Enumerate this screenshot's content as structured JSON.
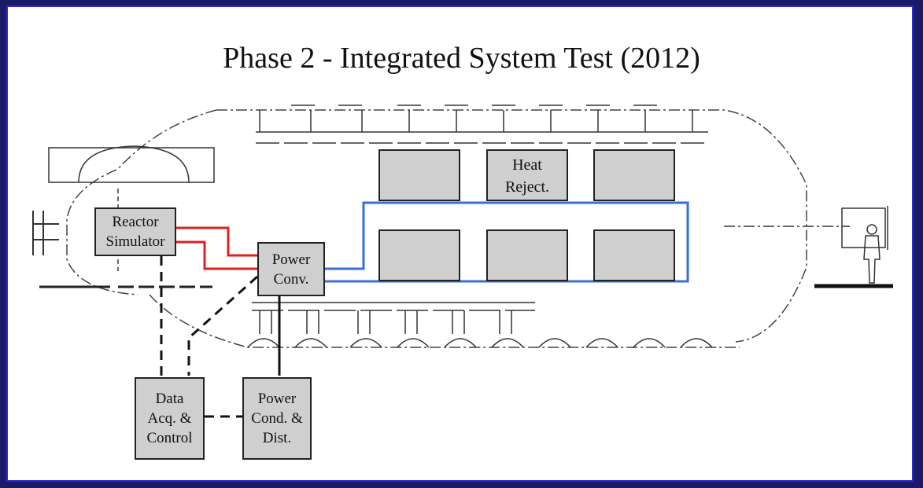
{
  "title": "Phase 2 - Integrated System Test (2012)",
  "components": {
    "reactor_simulator": "Reactor\nSimulator",
    "power_conv": "Power\nConv.",
    "heat_reject": "Heat\nReject.",
    "data_acq": "Data\nAcq. &\nControl",
    "power_cond": "Power\nCond. &\nDist."
  },
  "colors": {
    "background": "#1a1a66",
    "border": "#2a2ad0",
    "hot_loop": "#e02020",
    "cold_loop": "#3a6fd8",
    "box_fill": "#cfcfcf"
  }
}
